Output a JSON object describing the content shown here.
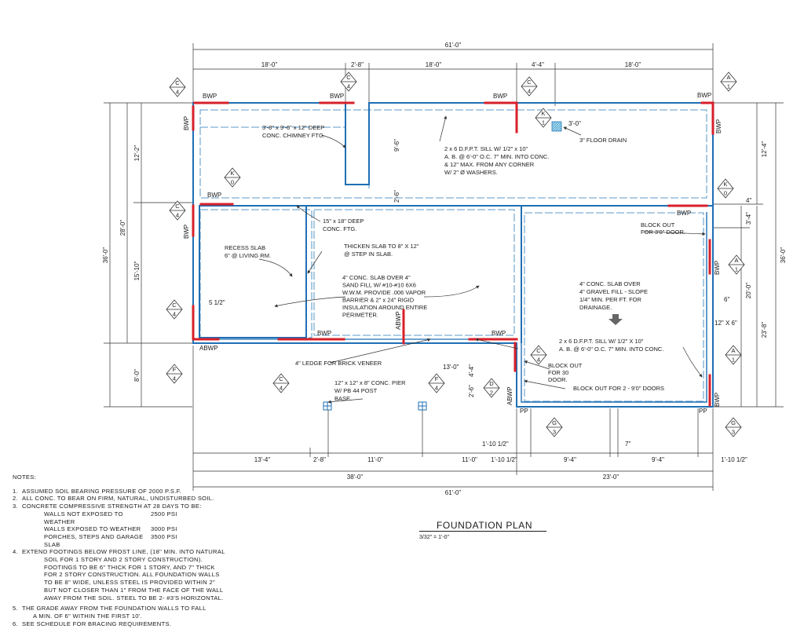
{
  "title": "FOUNDATION PLAN",
  "scale": "3/32\" = 1'-0\"",
  "colors": {
    "wall": "#1f6fb5",
    "beam": "#d8202a",
    "line": "#333333",
    "bg": "#ffffff"
  },
  "dims": {
    "top_overall": "61'-0\"",
    "top_1": "18'-0\"",
    "top_2": "2'-8\"",
    "top_3": "18'-0\"",
    "top_4": "4'-4\"",
    "top_5": "18'-0\"",
    "left_overall": "36'-0\"",
    "left_28": "28'-0\"",
    "left_12": "12'-2\"",
    "left_15": "15'-10\"",
    "left_8": "8'-0\"",
    "right_overall": "36'-0\"",
    "right_12": "12'-4\"",
    "right_4": "4\"",
    "right_3": "3'-4\"",
    "right_20": "20'-0\"",
    "right_23": "23'-8\"",
    "d_9_6": "9'-6\"",
    "d_2_6": "2'-6\"",
    "d_3_0": "3'-0\"",
    "d_6": "6\"",
    "d_12x6": "12\" X 6\"",
    "d_5half": "5 1/2\"",
    "d_13_0": "13'-0\"",
    "d_4_4": "4'-4\"",
    "d_2_6b": "2'-6\"",
    "d_1_10half": "1'-10 1/2\"",
    "d_7": "7\"",
    "bot_1": "13'-4\"",
    "bot_2": "2'-8\"",
    "bot_3": "11'-0\"",
    "bot_4": "11'-0\"",
    "bot_5": "1'-10 1/2\"",
    "bot_6": "9'-4\"",
    "bot_7": "9'-4\"",
    "bot_8": "1'-10 1/2\"",
    "bot_left": "38'-0\"",
    "bot_right": "23'-0\"",
    "bot_overall": "61'-0\""
  },
  "callouts": {
    "chimney": [
      "3'-8\" x 9'-6\" x 12\" DEEP",
      "CONC. CHIMNEY FTG."
    ],
    "sill_top": [
      "2 x 6 D.F.P.T. SILL W/ 1/2\" x 10\"",
      "A. B. @ 6'-0\" O.C. 7\" MIN. INTO CONC.",
      "& 12\" MAX. FROM ANY CORNER",
      "W/ 2\" Ø WASHERS."
    ],
    "floor_drain": "3\" FLOOR DRAIN",
    "ftg_15x18": [
      "15\" x 18\" DEEP",
      "CONC. FTG."
    ],
    "recess": [
      "RECESS SLAB",
      "6\" @ LIVING RM."
    ],
    "thicken": [
      "THICKEN SLAB TO 8\" X 12\"",
      "@ STEP IN SLAB."
    ],
    "slab_main": [
      "4\" CONC. SLAB OVER 4\"",
      "SAND FILL W/ #10-#10 6X6",
      "W.W.M.  PROVIDE .006 VAPOR",
      "BARRIER & 2\" x 24\" RIGID",
      "INSULATION AROUND ENTIRE",
      "PERIMETER."
    ],
    "block_out_3": [
      "BLOCK OUT",
      "FOR 3'0\" DOOR."
    ],
    "garage_slab": [
      "4\" CONC. SLAB OVER",
      "4\" GRAVEL FILL - SLOPE",
      "1/4\" MIN. PER FT. FOR",
      "DRAINAGE."
    ],
    "sill_garage": [
      "2 x 6 D.F.P.T. SILL W/ 1/2\" X 10\"",
      "A. B. @ 6'-0\" O.C.  7\" MIN. INTO CONC."
    ],
    "ledge": "4\" LEDGE FOR BRICK VENEER",
    "block_out_30": [
      "BLOCK OUT",
      "FOR 30",
      "DOOR."
    ],
    "block_out_2_9": "BLOCK OUT FOR 2 - 9'0\" DOORS",
    "pier": [
      "12\" x 12\" x 8\" CONC. PIER",
      "W/ PB 44 POST",
      "BASE."
    ]
  },
  "tags": {
    "bwp": "BWP",
    "abwp": "ABWP",
    "pp": "PP"
  },
  "markers": [
    {
      "top": "C",
      "bot": "4"
    },
    {
      "top": "C",
      "bot": "4"
    },
    {
      "top": "C",
      "bot": "4"
    },
    {
      "top": "A",
      "bot": "1"
    },
    {
      "top": "K",
      "bot": "1"
    },
    {
      "top": "K",
      "bot": "0"
    },
    {
      "top": "C",
      "bot": "4"
    },
    {
      "top": "K",
      "bot": "0"
    },
    {
      "top": "A",
      "bot": "1"
    },
    {
      "top": "C",
      "bot": "4"
    },
    {
      "top": "F",
      "bot": "4"
    },
    {
      "top": "C",
      "bot": "4"
    },
    {
      "top": "F",
      "bot": "4"
    },
    {
      "top": "C",
      "bot": "4"
    },
    {
      "top": "D",
      "bot": "2"
    },
    {
      "top": "A",
      "bot": "1"
    },
    {
      "top": "G",
      "bot": "3"
    },
    {
      "top": "G",
      "bot": "3"
    }
  ],
  "notes": {
    "heading": "NOTES:",
    "n1": "ASSUMED SOIL BEARING PRESSURE OF 2000 P.S.F.",
    "n2": "ALL CONC. TO BEAR ON FIRM, NATURAL, UNDISTURBED SOIL.",
    "n3": "CONCRETE COMPRESSIVE STRENGTH AT 28 DAYS TO BE:",
    "s1_label": "WALLS NOT EXPOSED TO WEATHER",
    "s1_val": "2500 PSI",
    "s2_label": "WALLS EXPOSED TO WEATHER",
    "s2_val": "3000 PSI",
    "s3_label": "PORCHES, STEPS AND GARAGE SLAB",
    "s3_val": "3500 PSI",
    "n4_a": "EXTEND FOOTINGS BELOW FROST LINE, (18\" MIN. INTO NATURAL",
    "n4_b": "SOIL FOR 1 STORY AND 2 STORY CONSTRUCTION).",
    "n4_c": "FOOTINGS TO BE 6\" THICK FOR 1 STORY, AND 7\" THICK",
    "n4_d": "FOR 2 STORY CONSTRUCTION.  ALL FOUNDATION WALLS",
    "n4_e": "TO BE 8\" WIDE, UNLESS STEEL IS PROVIDED WITHIN 2\"",
    "n4_f": "BUT NOT CLOSER THAN 1\" FROM THE FACE OF THE WALL",
    "n4_g": "AWAY FROM THE SOIL.  STEEL TO BE 2- #3'S HORIZONTAL.",
    "n5_a": "THE GRADE AWAY FROM THE FOUNDATION WALLS TO FALL",
    "n5_b": "A MIN. OF 6\" WITHIN THE FIRST 10'.",
    "n6": "SEE SCHEDULE FOR BRACING REQUIREMENTS."
  }
}
